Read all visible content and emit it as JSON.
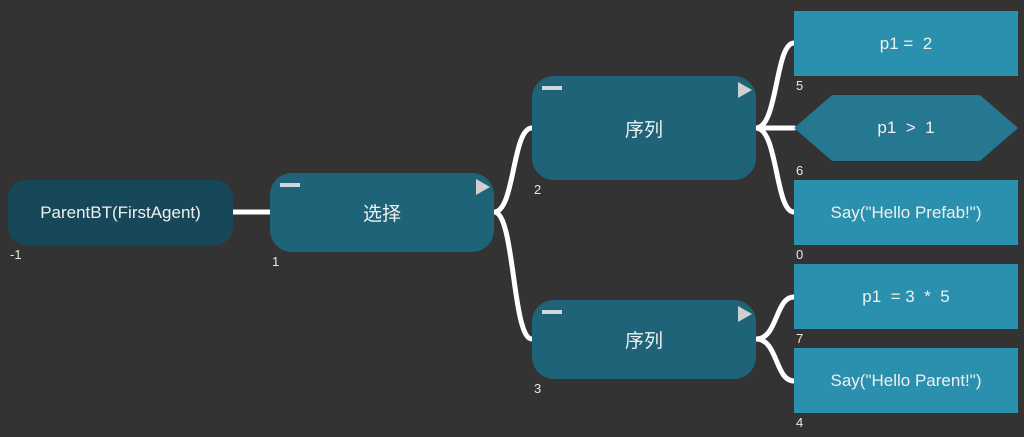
{
  "colors": {
    "background": "#333333",
    "agent_node": "#17485a",
    "composite_node": "#1f6378",
    "action_node": "#2a90ad",
    "condition_node": "#25788f",
    "link": "#ffffff"
  },
  "nodes": {
    "root": {
      "label": "ParentBT(FirstAgent)",
      "id": "-1"
    },
    "selector": {
      "label": "选择",
      "id": "1"
    },
    "sequence_top": {
      "label": "序列",
      "id": "2"
    },
    "sequence_bottom": {
      "label": "序列",
      "id": "3"
    },
    "assign_p1_2": {
      "label": "p1 =  2",
      "id": "5"
    },
    "cond_p1_gt_1": {
      "label": "p1  >  1",
      "id": "6"
    },
    "say_prefab": {
      "label": "Say(\"Hello Prefab!\")",
      "id": "0"
    },
    "assign_p1_3x5": {
      "label": "p1  = 3  *  5",
      "id": "7"
    },
    "say_parent": {
      "label": "Say(\"Hello Parent!\")",
      "id": "4"
    }
  }
}
